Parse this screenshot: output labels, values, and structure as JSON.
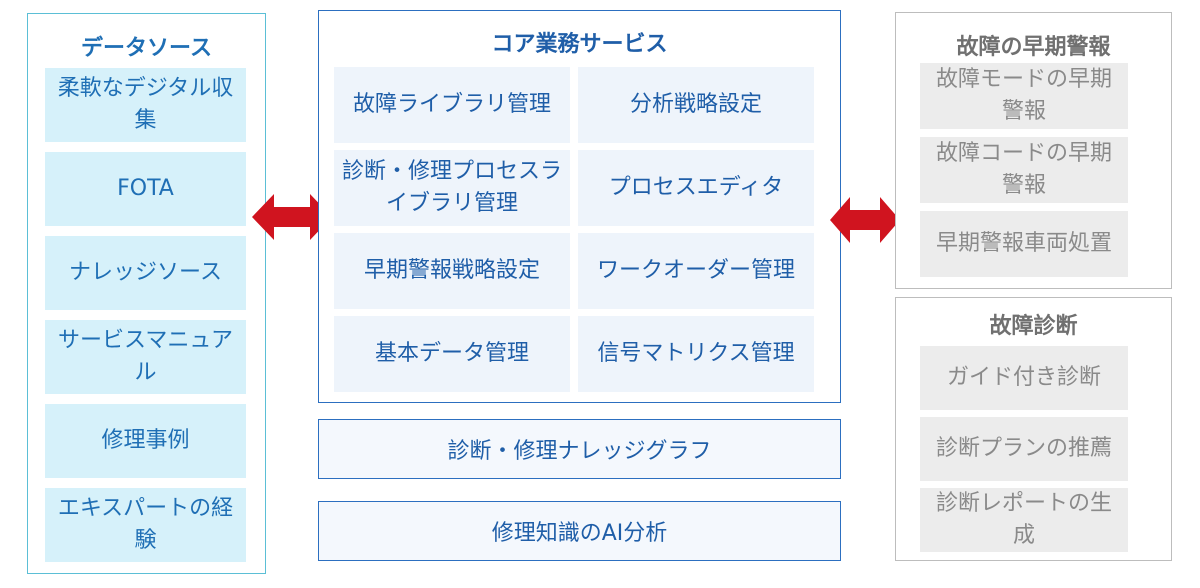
{
  "data_sources": {
    "title": "データソース",
    "items": [
      "柔軟なデジタル収集",
      "FOTA",
      "ナレッジソース",
      "サービスマニュアル",
      "修理事例",
      "エキスパートの経験"
    ]
  },
  "core_services": {
    "title": "コア業務サービス",
    "items": [
      "故障ライブラリ管理",
      "分析戦略設定",
      "診断・修理プロセスライブラリ管理",
      "プロセスエディタ",
      "早期警報戦略設定",
      "ワークオーダー管理",
      "基本データ管理",
      "信号マトリクス管理"
    ]
  },
  "knowledge_graph": "診断・修理ナレッジグラフ",
  "ai_analysis": "修理知識のAI分析",
  "early_warning": {
    "title": "故障の早期警報",
    "items": [
      "故障モードの早期警報",
      "故障コードの早期警報",
      "早期警報車両処置"
    ]
  },
  "fault_diagnosis": {
    "title": "故障診断",
    "items": [
      "ガイド付き診断",
      "診断プランの推薦",
      "診断レポートの生成"
    ]
  },
  "colors": {
    "accent_blue": "#1f5ea8",
    "source_fill": "#d6f1fa",
    "arrow_red": "#d0141f",
    "gray_fill": "#ececec"
  }
}
